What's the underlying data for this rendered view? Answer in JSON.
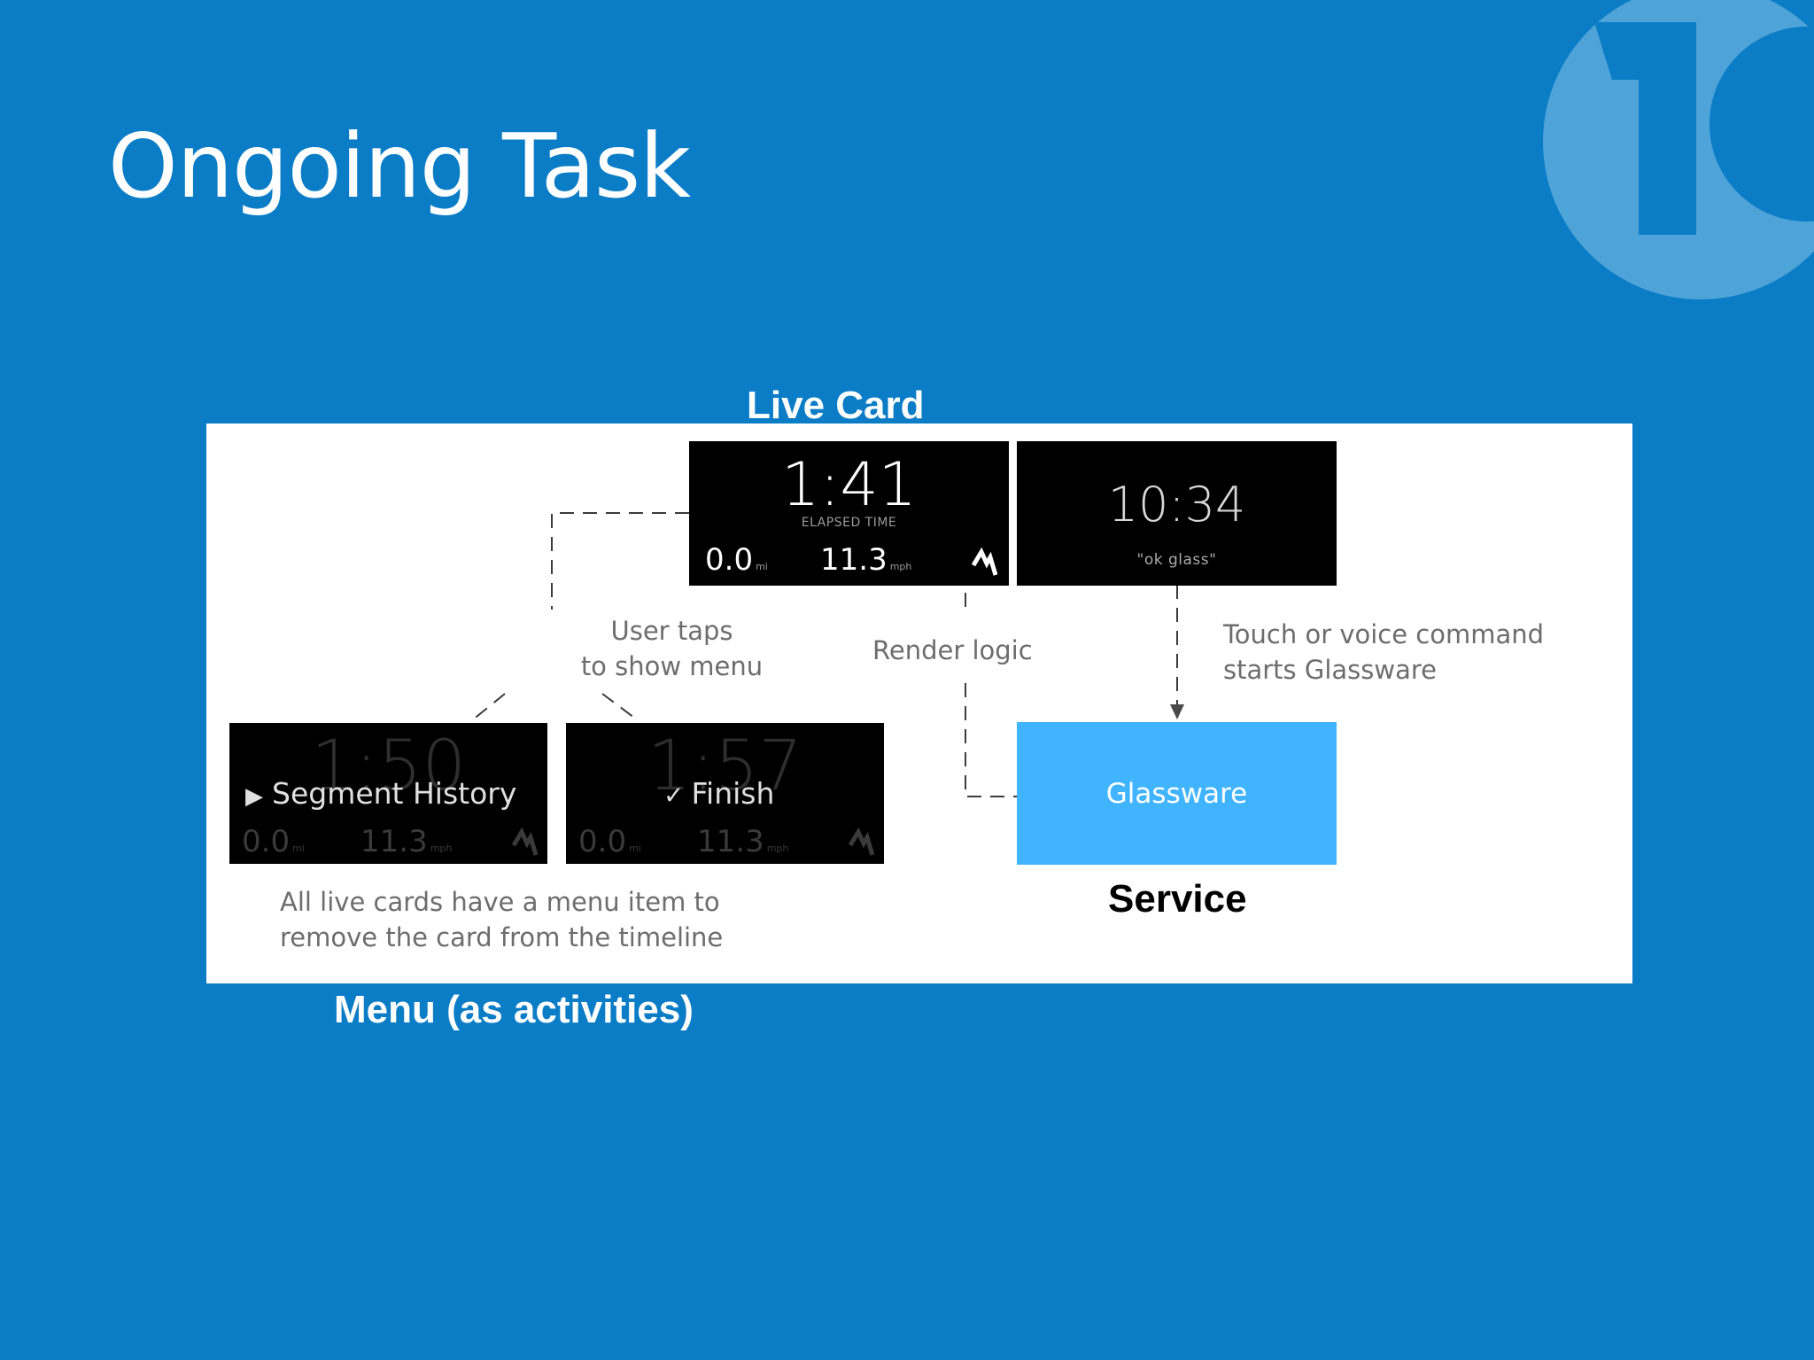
{
  "slide": {
    "title": "Ongoing Task",
    "background_color": "#0a7dc6",
    "logo_icon": "ten-logo"
  },
  "labels": {
    "live_card": "Live Card",
    "menu": "Menu (as activities)",
    "service": "Service"
  },
  "live_card": {
    "time": "1:41",
    "subtitle": "ELAPSED TIME",
    "distance": "0.0",
    "distance_unit": "mi",
    "speed": "11.3",
    "speed_unit": "mph",
    "icon": "activity-icon"
  },
  "clock_card": {
    "time": "10:34",
    "subtitle": "\"ok glass\""
  },
  "menu_cards": [
    {
      "bg_time": "1:50",
      "label": "Segment History",
      "icon": "play-icon",
      "distance": "0.0",
      "distance_unit": "mi",
      "speed": "11.3",
      "speed_unit": "mph"
    },
    {
      "bg_time": "1:57",
      "label": "Finish",
      "icon": "check-icon",
      "distance": "0.0",
      "distance_unit": "mi",
      "speed": "11.3",
      "speed_unit": "mph"
    }
  ],
  "annotations": {
    "user_taps_line1": "User taps",
    "user_taps_line2": "to show menu",
    "render_logic": "Render logic",
    "touch_line1": "Touch or voice command",
    "touch_line2": "starts Glassware",
    "menu_note_line1": "All live cards have a menu item to",
    "menu_note_line2": "remove the card from the timeline"
  },
  "glassware": {
    "label": "Glassware",
    "color": "#40b4ff"
  }
}
